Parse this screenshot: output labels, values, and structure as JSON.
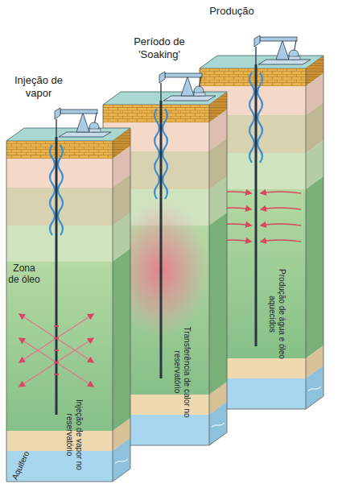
{
  "diagram": {
    "labels": [
      "Produção",
      "Período de 'Soaking'",
      "Injeção de vapor",
      "Zona de óleo",
      "Produção de água e óleo aquecidos",
      "Transferência de calor no reservatório",
      "Injeção de vapor no reservatório",
      "Aquífero"
    ]
  }
}
